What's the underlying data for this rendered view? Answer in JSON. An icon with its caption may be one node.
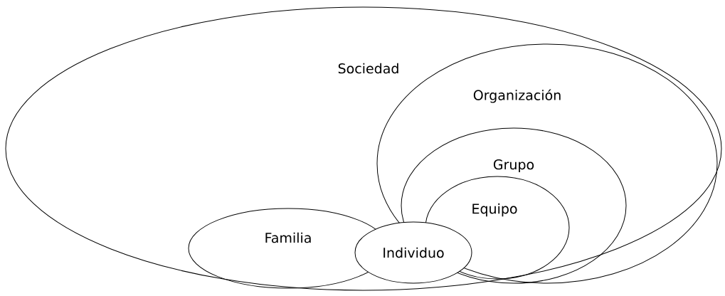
{
  "diagram": {
    "nodes": [
      {
        "text": [
          "Sociedad"
        ]
      },
      {
        "text": [
          "Organización"
        ],
        "in": 0
      },
      {
        "text": [
          "Grupo"
        ],
        "in": 1
      },
      {
        "text": [
          "Equipo"
        ],
        "in": 2
      },
      {
        "text": [
          "Familia"
        ],
        "in": 0
      },
      {
        "text": [
          "Individuo"
        ],
        "in": 0
      }
    ]
  }
}
